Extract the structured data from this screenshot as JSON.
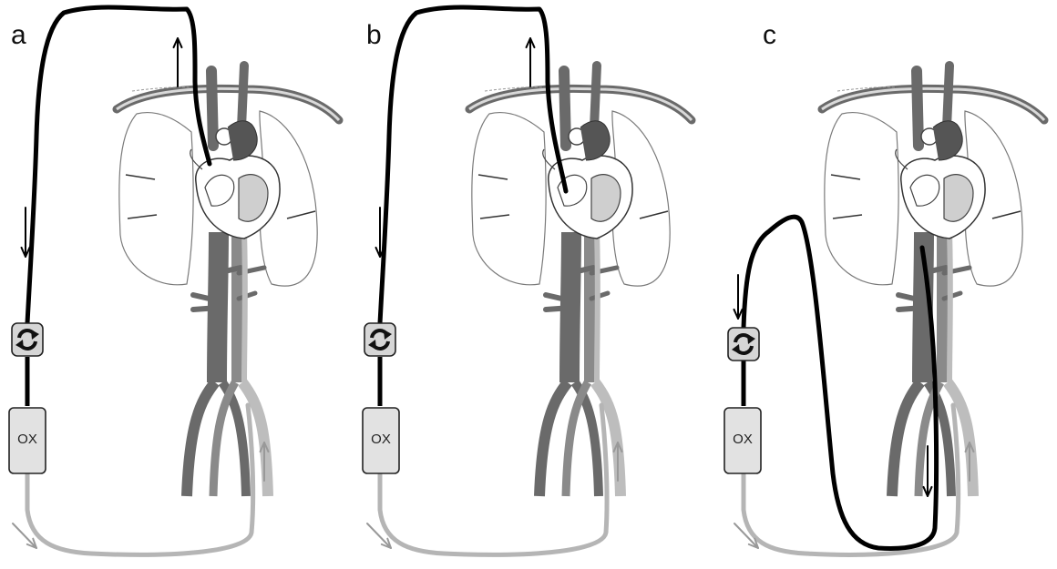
{
  "panels": [
    {
      "label": "a",
      "oxygenator_label": "OX",
      "return_path": "upper"
    },
    {
      "label": "b",
      "oxygenator_label": "OX",
      "return_path": "heart"
    },
    {
      "label": "c",
      "oxygenator_label": "OX",
      "return_path": "femoral"
    }
  ],
  "colors": {
    "circuit_oxygenated": "#000000",
    "circuit_venous": "#b5b5b5",
    "vessels_dark": "#6a6a6a",
    "vessels_light": "#bdbdbd",
    "lungs_outline": "#7a7a7a",
    "device_fill": "#d6d6d6"
  },
  "icons": [
    "pump-icon",
    "oxygenator-box",
    "flow-arrow-icon"
  ]
}
